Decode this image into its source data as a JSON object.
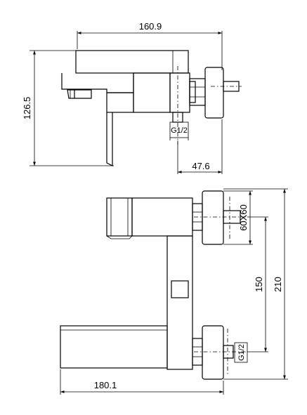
{
  "dimensions": {
    "side_width": "160.9",
    "side_height": "126.5",
    "side_thread": "G1/2",
    "side_offset": "47.6",
    "front_nut": "60X60",
    "front_spacing": "150",
    "front_height": "210",
    "front_thread": "G1/2",
    "front_width": "180.1"
  }
}
